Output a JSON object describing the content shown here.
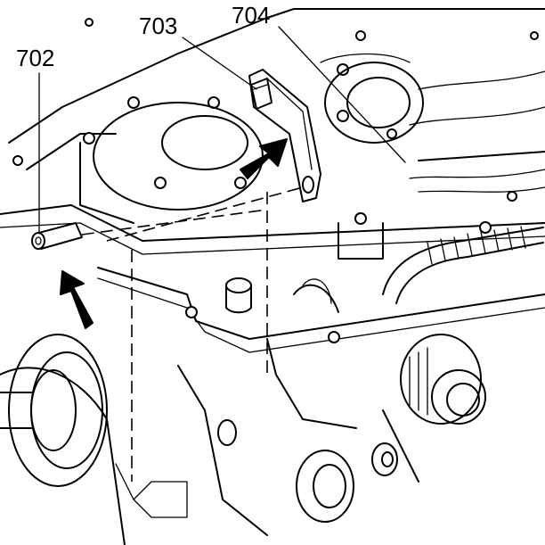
{
  "callouts": [
    {
      "id": "702",
      "label": "702"
    },
    {
      "id": "703",
      "label": "703"
    },
    {
      "id": "704",
      "label": "704"
    }
  ],
  "colors": {
    "ink": "#000000",
    "paper": "#ffffff"
  }
}
